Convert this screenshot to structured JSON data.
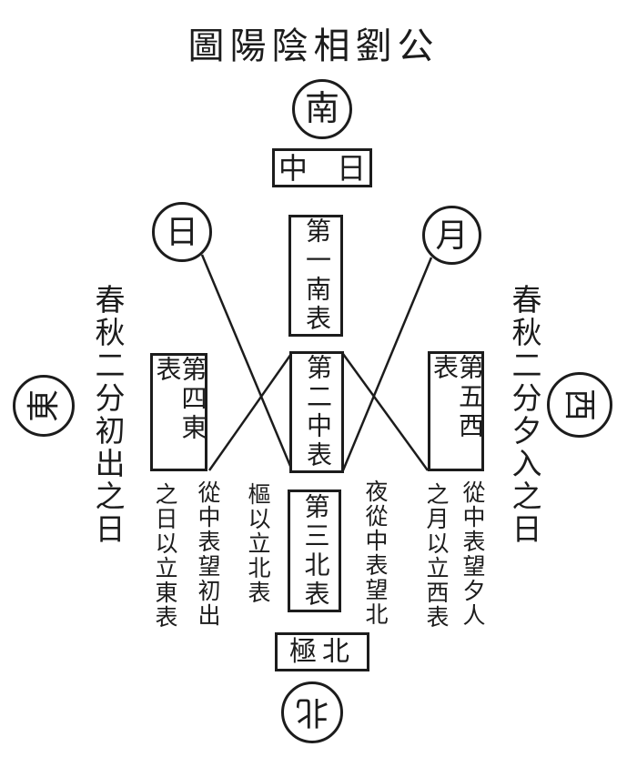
{
  "title": "圖陽陰相劉公",
  "circles": {
    "south": {
      "label": "南"
    },
    "sun": {
      "label": "日"
    },
    "moon": {
      "label": "月"
    },
    "east": {
      "label": "東"
    },
    "west": {
      "label": "西"
    },
    "north": {
      "label": "北"
    }
  },
  "boxes": {
    "midday": {
      "label": "中　日"
    },
    "first_south": {
      "label": "第一南表"
    },
    "second_middle": {
      "label": "第二中表"
    },
    "third_north": {
      "label": "第三北表"
    },
    "fourth_east": {
      "label": "第四東表"
    },
    "fifth_west": {
      "label": "第五西表"
    },
    "polar_north": {
      "label": "極北"
    }
  },
  "side_labels": {
    "left": "春秋二分初出之日",
    "right": "春秋二分夕入之日"
  },
  "annotations": {
    "east_observe": "從中表望初出",
    "east_establish": "之日以立東表",
    "north_observe": "夜從中表望北",
    "north_establish": "樞以立北表",
    "west_observe": "從中表望夕人",
    "west_establish": "之月以立西表"
  },
  "colors": {
    "ink": "#1c1c1c",
    "background": "#ffffff"
  }
}
